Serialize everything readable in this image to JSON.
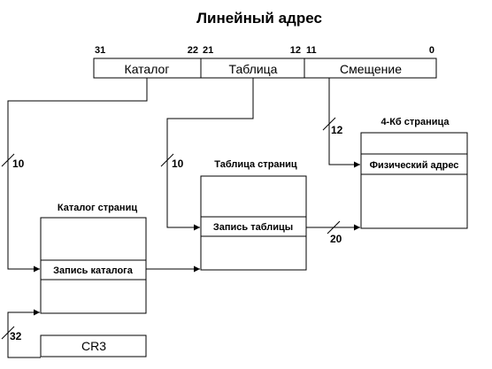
{
  "title": "Линейный адрес",
  "bit_labels": {
    "b31": "31",
    "b22": "22",
    "b21": "21",
    "b12": "12",
    "b11": "11",
    "b0": "0"
  },
  "linear_address_fields": {
    "directory": "Каталог",
    "table": "Таблица",
    "offset": "Смещение"
  },
  "page_directory": {
    "title": "Каталог страниц",
    "entry": "Запись каталога"
  },
  "page_table": {
    "title": "Таблица страниц",
    "entry": "Запись таблицы"
  },
  "page": {
    "title": "4-Кб страница",
    "entry": "Физический адрес"
  },
  "cr3": {
    "label": "CR3"
  },
  "bus_widths": {
    "directory_index": "10",
    "table_index": "10",
    "offset": "12",
    "frame": "20",
    "cr3": "32"
  }
}
